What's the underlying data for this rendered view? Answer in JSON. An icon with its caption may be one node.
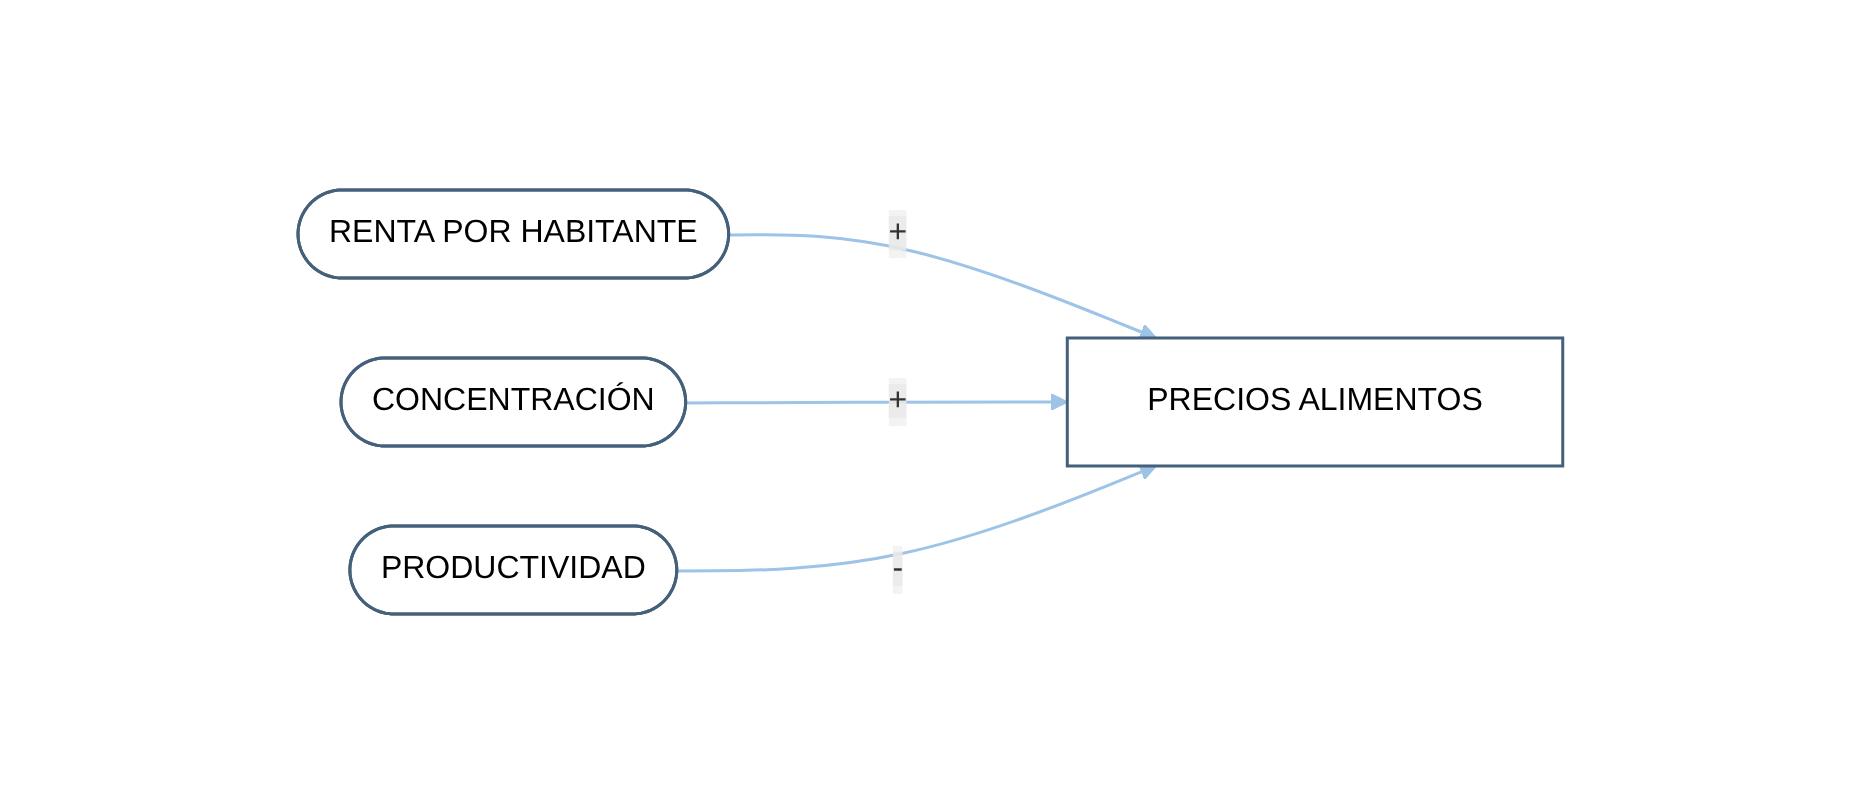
{
  "diagram": {
    "nodes": [
      {
        "text": [
          "RENTA POR HABITANTE"
        ]
      },
      {
        "text": [
          "CONCENTRACIÓN"
        ]
      },
      {
        "text": [
          "PRODUCTIVIDAD"
        ]
      },
      {
        "text": [
          "PRECIOS ALIMENTOS"
        ]
      }
    ],
    "edges": [
      {
        "from": 0,
        "to": 3,
        "arrow": "to",
        "label": "+"
      },
      {
        "from": 1,
        "to": 3,
        "arrow": "to",
        "label": "+"
      },
      {
        "from": 2,
        "to": 3,
        "arrow": "to",
        "label": "-"
      }
    ]
  }
}
